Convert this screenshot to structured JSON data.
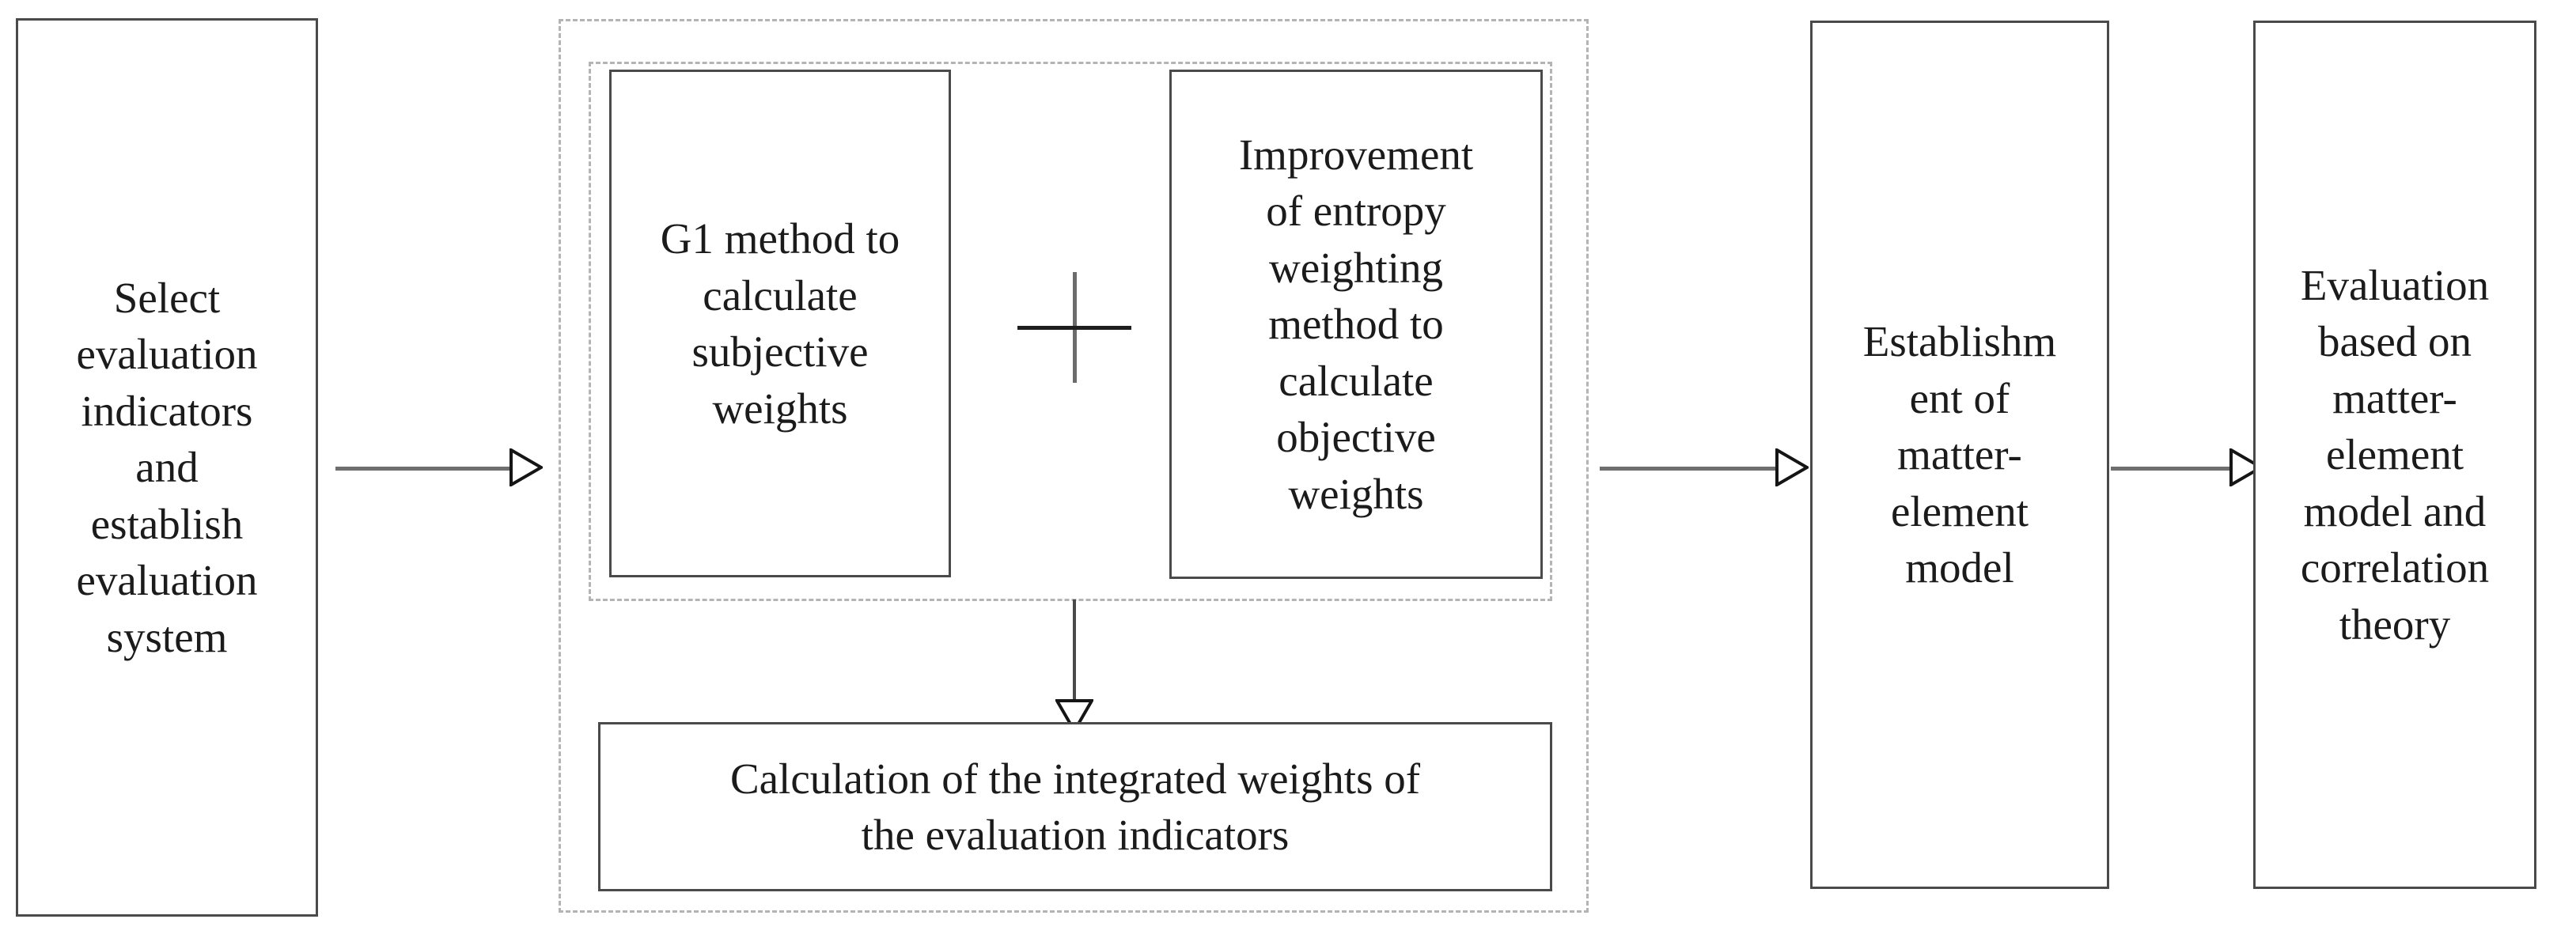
{
  "diagram": {
    "title": "Comprehensive evaluation methodology flowchart",
    "type": "flowchart",
    "orientation": "left-to-right",
    "colors": {
      "box_border": "#4a4a4a",
      "dashed_border": "#b4b4b4",
      "connector": "#6e6e6e",
      "text": "#1b1b1b",
      "background": "#ffffff"
    }
  },
  "nodes": {
    "select_indicators": {
      "id": "node-1",
      "label": "Select\nevaluation\nindicators\nand\nestablish\nevaluation\nsystem",
      "shape": "rectangle"
    },
    "g1_method": {
      "id": "node-2a",
      "label": "G1 method to\ncalculate\nsubjective\nweights",
      "shape": "rectangle"
    },
    "entropy_method": {
      "id": "node-2b",
      "label": "Improvement\nof entropy\nweighting\nmethod to\ncalculate\nobjective\nweights",
      "shape": "rectangle"
    },
    "integrated_weights": {
      "id": "node-3",
      "label": "Calculation of the integrated weights of\nthe evaluation indicators",
      "shape": "rectangle"
    },
    "establish_model": {
      "id": "node-4",
      "label": "Establishm\nent of\nmatter-\nelement\nmodel",
      "shape": "rectangle"
    },
    "evaluate_model": {
      "id": "node-5",
      "label": "Evaluation\nbased on\nmatter-\nelement\nmodel and\ncorrelation\ntheory",
      "shape": "rectangle"
    }
  },
  "operators": {
    "combine_plus": {
      "symbol": "+",
      "meaning": "combination of subjective and objective weights"
    }
  },
  "groups": {
    "outer_group": {
      "style": "dashed",
      "label": ""
    },
    "inner_group": {
      "style": "dashed",
      "label": ""
    }
  },
  "edges": [
    {
      "id": "edge-1",
      "from": "select_indicators",
      "to": "outer_group",
      "direction": "right",
      "head": "hollow-triangle"
    },
    {
      "id": "edge-2",
      "from": "outer_group",
      "to": "establish_model",
      "direction": "right",
      "head": "hollow-triangle"
    },
    {
      "id": "edge-3",
      "from": "establish_model",
      "to": "evaluate_model",
      "direction": "right",
      "head": "hollow-triangle"
    },
    {
      "id": "edge-4",
      "from": "inner_group",
      "to": "integrated_weights",
      "direction": "down",
      "head": "hollow-triangle"
    }
  ]
}
